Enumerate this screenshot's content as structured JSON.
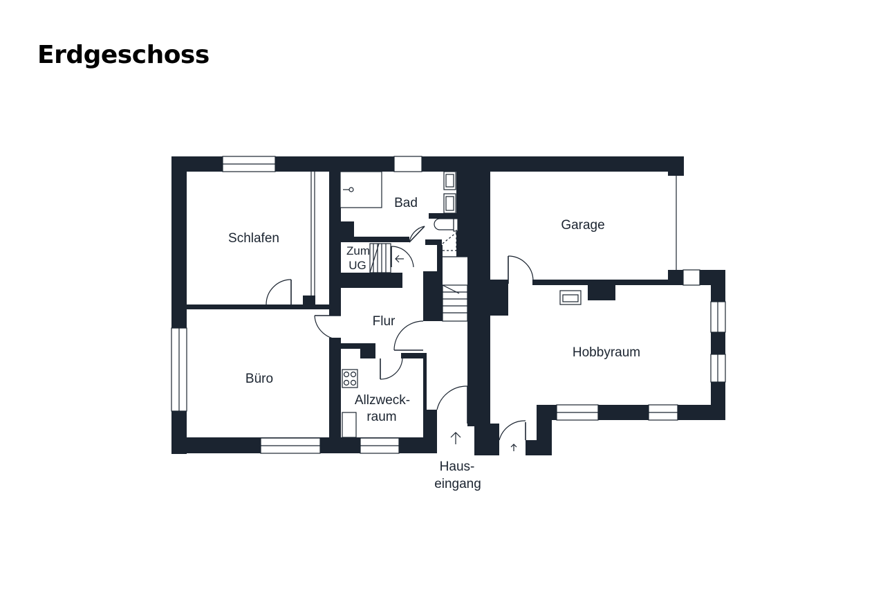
{
  "title": "Erdgeschoss",
  "rooms": {
    "schlafen": "Schlafen",
    "buero": "Büro",
    "bad": "Bad",
    "zum_ug_line1": "Zum",
    "zum_ug_line2": "UG",
    "flur": "Flur",
    "allzweck_line1": "Allzweck-",
    "allzweck_line2": "raum",
    "garage": "Garage",
    "hobbyraum": "Hobbyraum"
  },
  "entrance": {
    "line1": "Haus-",
    "line2": "eingang"
  },
  "colors": {
    "wall": "#1b2430",
    "background": "#ffffff"
  },
  "icons": [
    "entrance-arrow-icon",
    "stair-arrow-icon",
    "shower-icon",
    "toilet-icon",
    "stove-icon",
    "sink-icon"
  ]
}
